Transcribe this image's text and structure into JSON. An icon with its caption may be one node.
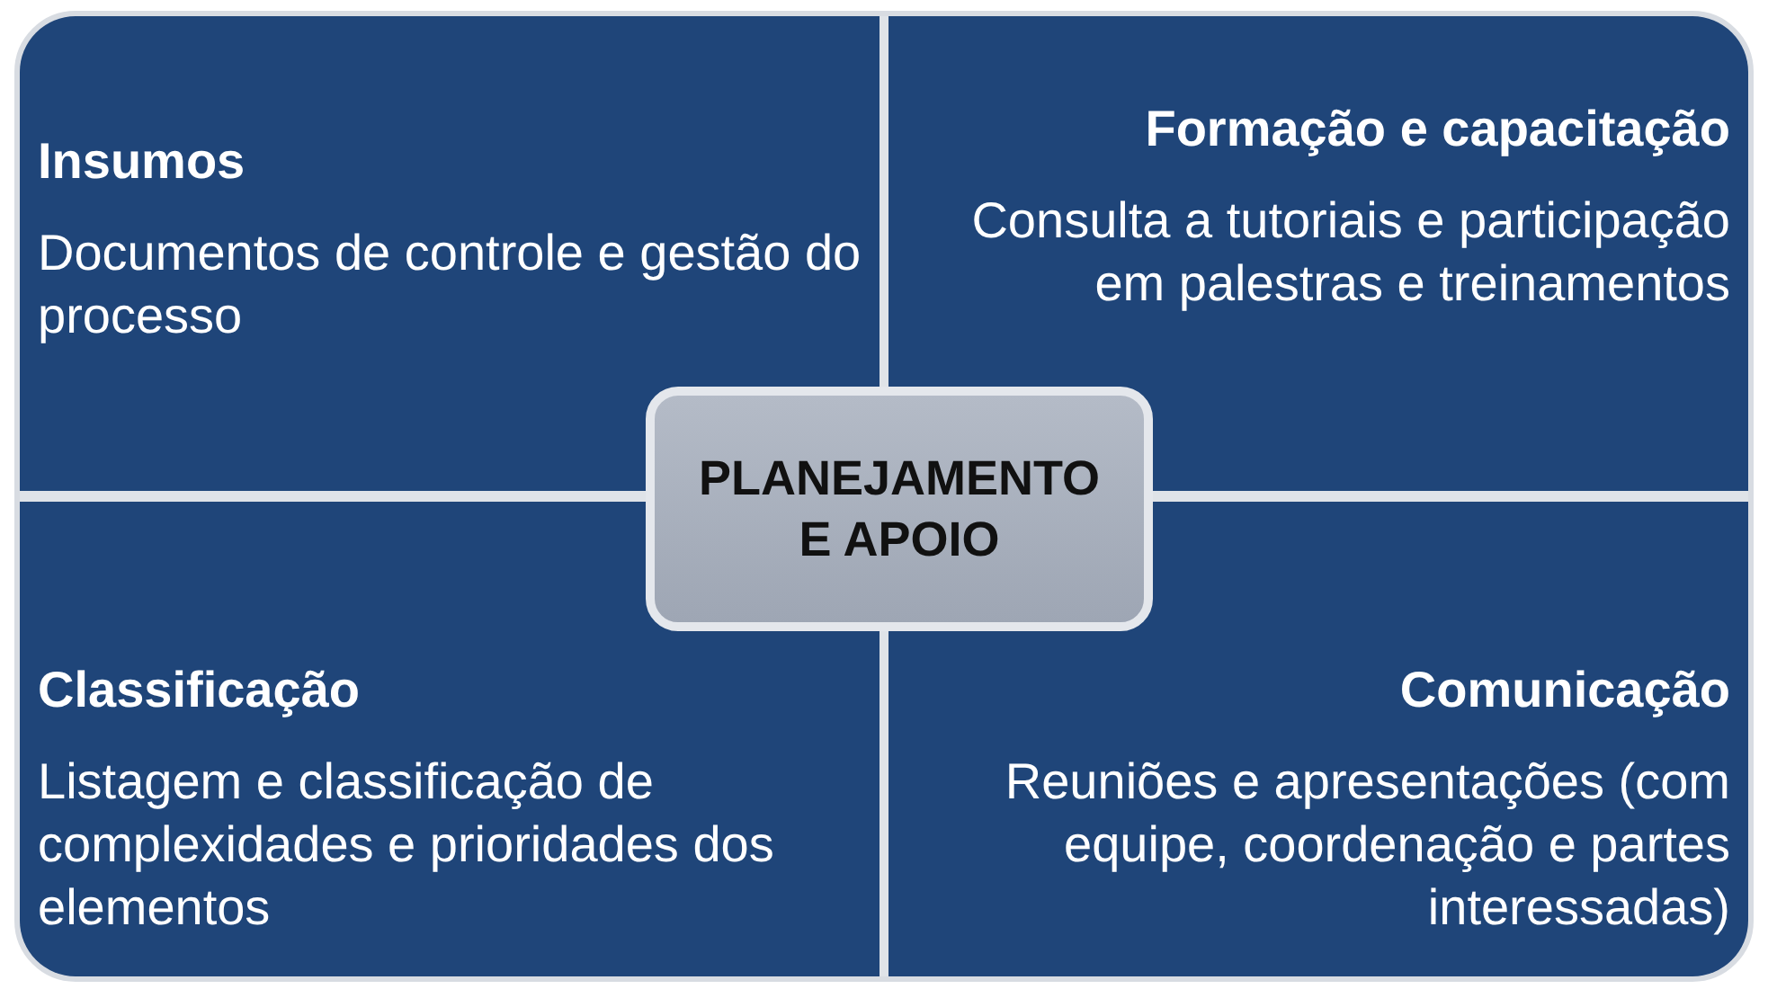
{
  "diagram": {
    "nodes": [
      {
        "text": [
          "Insumos",
          "Documentos de controle e gestão do processo"
        ]
      },
      {
        "text": [
          "Formação e capacitação",
          "Consulta a tutoriais e participação em palestras e treinamentos"
        ]
      },
      {
        "text": [
          "PLANEJAMENTO E APOIO"
        ]
      },
      {
        "text": [
          "Classificação",
          "Listagem e classificação de complexidades e prioridades dos elementos"
        ]
      },
      {
        "text": [
          "Comunicação",
          "Reuniões e apresentações (com equipe, coordenação e partes interessadas)"
        ]
      }
    ]
  }
}
